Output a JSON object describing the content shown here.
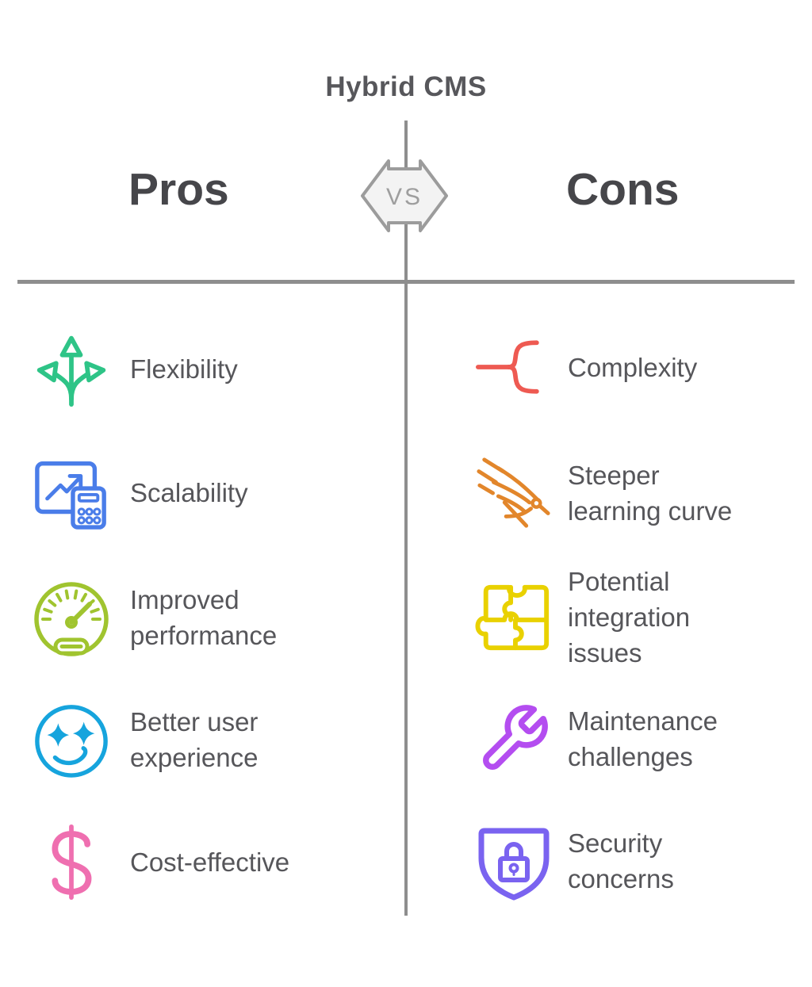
{
  "title": "Hybrid CMS",
  "vs_label": "VS",
  "divider_color": "#8e8e8e",
  "text_color": "#56565a",
  "header_color": "#46464a",
  "pros": {
    "header": "Pros",
    "items": [
      {
        "label": "Flexibility",
        "icon": "three-way-arrows-icon",
        "color": "#2ec487"
      },
      {
        "label": "Scalability",
        "icon": "monitor-calculator-icon",
        "color": "#4a7de9"
      },
      {
        "label": "Improved\nperformance",
        "icon": "speedometer-icon",
        "color": "#a0c42f"
      },
      {
        "label": "Better user\nexperience",
        "icon": "smiley-star-eyes-icon",
        "color": "#16a4dd"
      },
      {
        "label": "Cost-effective",
        "icon": "dollar-sign-icon",
        "color": "#ef6fb0"
      }
    ]
  },
  "cons": {
    "header": "Cons",
    "items": [
      {
        "label": "Complexity",
        "icon": "branching-fork-icon",
        "color": "#ee5a52"
      },
      {
        "label": "Steeper\nlearning curve",
        "icon": "diving-bird-icon",
        "color": "#e2862b"
      },
      {
        "label": "Potential\nintegration\nissues",
        "icon": "puzzle-icon",
        "color": "#e9d100"
      },
      {
        "label": "Maintenance\nchallenges",
        "icon": "wrench-icon",
        "color": "#b44df0"
      },
      {
        "label": "Security\nconcerns",
        "icon": "shield-lock-icon",
        "color": "#7a63f0"
      }
    ]
  }
}
